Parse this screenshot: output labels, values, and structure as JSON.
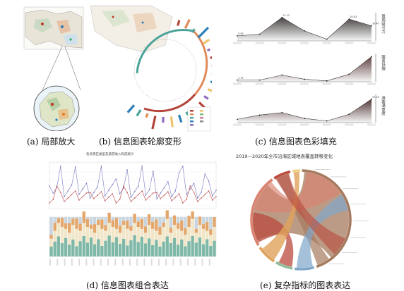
{
  "captions": {
    "a": "(a) 局部放大",
    "b": "(b) 信息图表轮廓变形",
    "c": "(c) 信息图表色彩填充",
    "d": "(d) 信息图表组合表达",
    "e": "(e) 复杂指标的图表表达"
  },
  "panel_c": {
    "row_labels": [
      "景观吸引力",
      "服务设施",
      "游客满意度"
    ],
    "row_colors": [
      "#3f3838",
      "#5a3a3a",
      "#4a2c2c"
    ]
  },
  "panel_d": {
    "title": "各县景区类型及旅游收入构成统计",
    "bar_colors": [
      "#7fb8a7",
      "#f2e6c8",
      "#e3a66b",
      "#c9d6e0"
    ]
  },
  "panel_e": {
    "title": "2019—2020年全市沿海区域地表覆盖转移变化",
    "colors": {
      "brown": "#a67a5e",
      "salmon": "#d9826f",
      "red": "#b94a3c",
      "green": "#8fbf9a",
      "orange": "#e0a25a",
      "yellow": "#f0d48a",
      "blue": "#7fa6c9"
    }
  },
  "chart_data": [
    {
      "type": "area",
      "title": "",
      "values": [
        6,
        8,
        28,
        12,
        2,
        26,
        18
      ],
      "data_labels": [
        "5.58",
        "",
        "21.12",
        "",
        "",
        "30.83",
        "16.40"
      ]
    },
    {
      "type": "area",
      "title": "",
      "values": [
        2,
        2,
        8,
        3,
        1,
        9,
        30
      ],
      "data_labels": [
        "1.13",
        "",
        "",
        "",
        "",
        "",
        ""
      ]
    },
    {
      "type": "area",
      "title": "",
      "values": [
        4,
        9,
        12,
        5,
        2,
        10,
        28
      ],
      "data_labels": [
        "",
        "",
        "",
        "",
        "",
        "",
        "37.33"
      ]
    }
  ]
}
